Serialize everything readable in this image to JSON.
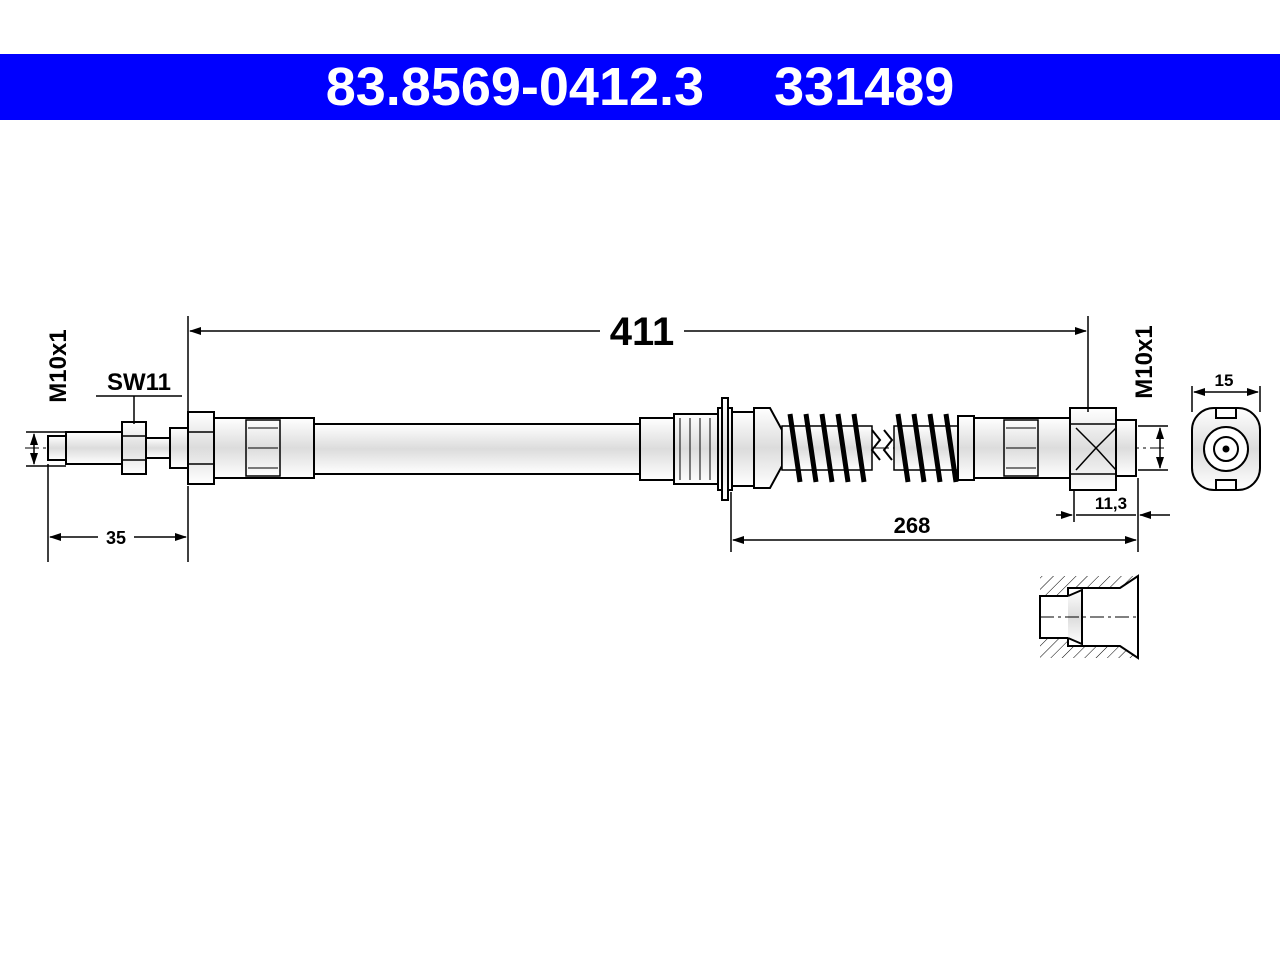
{
  "header": {
    "part_number": "83.8569-0412.3",
    "ref_number": "331489",
    "bg_color": "#0000ff"
  },
  "dimensions": {
    "overall_length": "411",
    "left_thread": "M10x1",
    "wrench_size": "SW11",
    "left_offset": "35",
    "right_thread": "M10x1",
    "right_length": "268",
    "hex_width": "11,3",
    "end_diameter": "15"
  }
}
